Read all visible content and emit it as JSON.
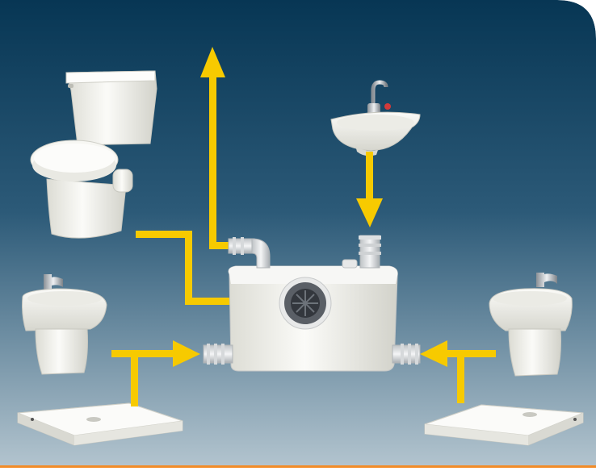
{
  "diagram": {
    "type": "macerator-pump-connection-diagram",
    "fixtures": [
      {
        "name": "toilet-icon",
        "connects_to": "pump-front-inlet"
      },
      {
        "name": "washbasin-icon",
        "connects_to": "pump-top-inlet"
      },
      {
        "name": "bidet-icon",
        "side": "left",
        "connects_to": "pump-left-inlet"
      },
      {
        "name": "bidet-icon",
        "side": "right",
        "connects_to": "pump-right-inlet"
      },
      {
        "name": "shower-tray-icon",
        "side": "left",
        "connects_to": "pump-left-inlet"
      },
      {
        "name": "shower-tray-icon",
        "side": "right",
        "connects_to": "pump-right-inlet"
      }
    ],
    "outlet": {
      "name": "discharge-pipe",
      "direction": "up"
    },
    "colors": {
      "background_top": "#073654",
      "background_bottom": "#b5c6d0",
      "arrow": "#f7ca00",
      "accent_line": "#f28c28",
      "ceramic": "#f1f1ec"
    }
  }
}
